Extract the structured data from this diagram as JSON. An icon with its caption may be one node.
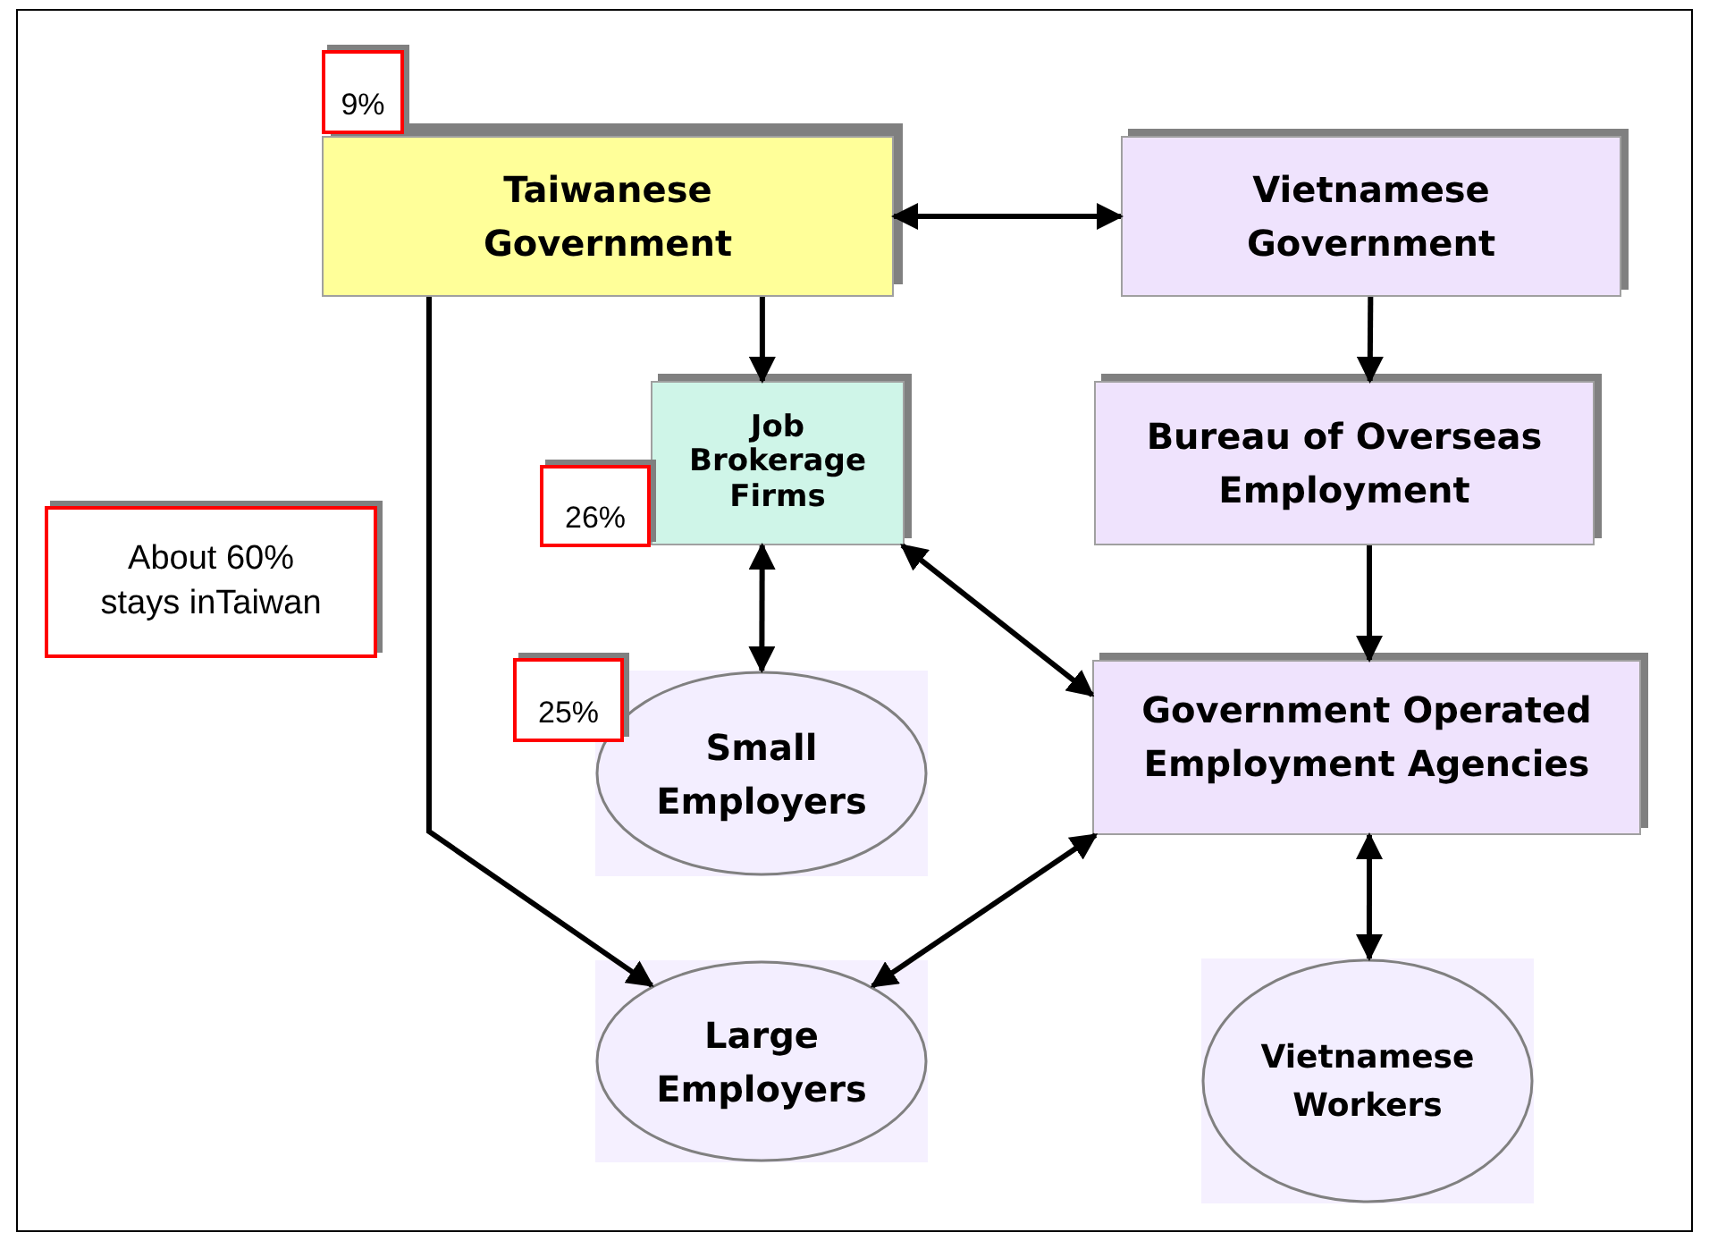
{
  "diagram": {
    "nodes": [
      {
        "text": [
          "Taiwanese Government"
        ]
      },
      {
        "text": [
          "Vietnamese Government"
        ]
      },
      {
        "text": [
          "Job Brokerage Firms"
        ]
      },
      {
        "text": [
          "Bureau of Overseas Employment"
        ]
      },
      {
        "text": [
          "Government Operated Employment Agencies"
        ]
      },
      {
        "text": [
          "Small Employers"
        ]
      },
      {
        "text": [
          "Large Employers"
        ]
      },
      {
        "text": [
          "Vietnamese Workers"
        ]
      },
      {
        "text": [
          "9%"
        ]
      },
      {
        "text": [
          "26%"
        ]
      },
      {
        "text": [
          "25%"
        ]
      },
      {
        "text": [
          "About 60% stays inTaiwan"
        ]
      }
    ],
    "edges": [
      {
        "from": 0,
        "to": 1,
        "arrow": "both"
      },
      {
        "from": 0,
        "to": 2,
        "arrow": "to"
      },
      {
        "from": 1,
        "to": 3,
        "arrow": "to"
      },
      {
        "from": 3,
        "to": 4,
        "arrow": "to"
      },
      {
        "from": 2,
        "to": 5,
        "arrow": "both"
      },
      {
        "from": 2,
        "to": 4,
        "arrow": "both"
      },
      {
        "from": 0,
        "to": 6,
        "arrow": "to"
      },
      {
        "from": 4,
        "to": 6,
        "arrow": "both"
      },
      {
        "from": 4,
        "to": 7,
        "arrow": "both"
      }
    ]
  }
}
